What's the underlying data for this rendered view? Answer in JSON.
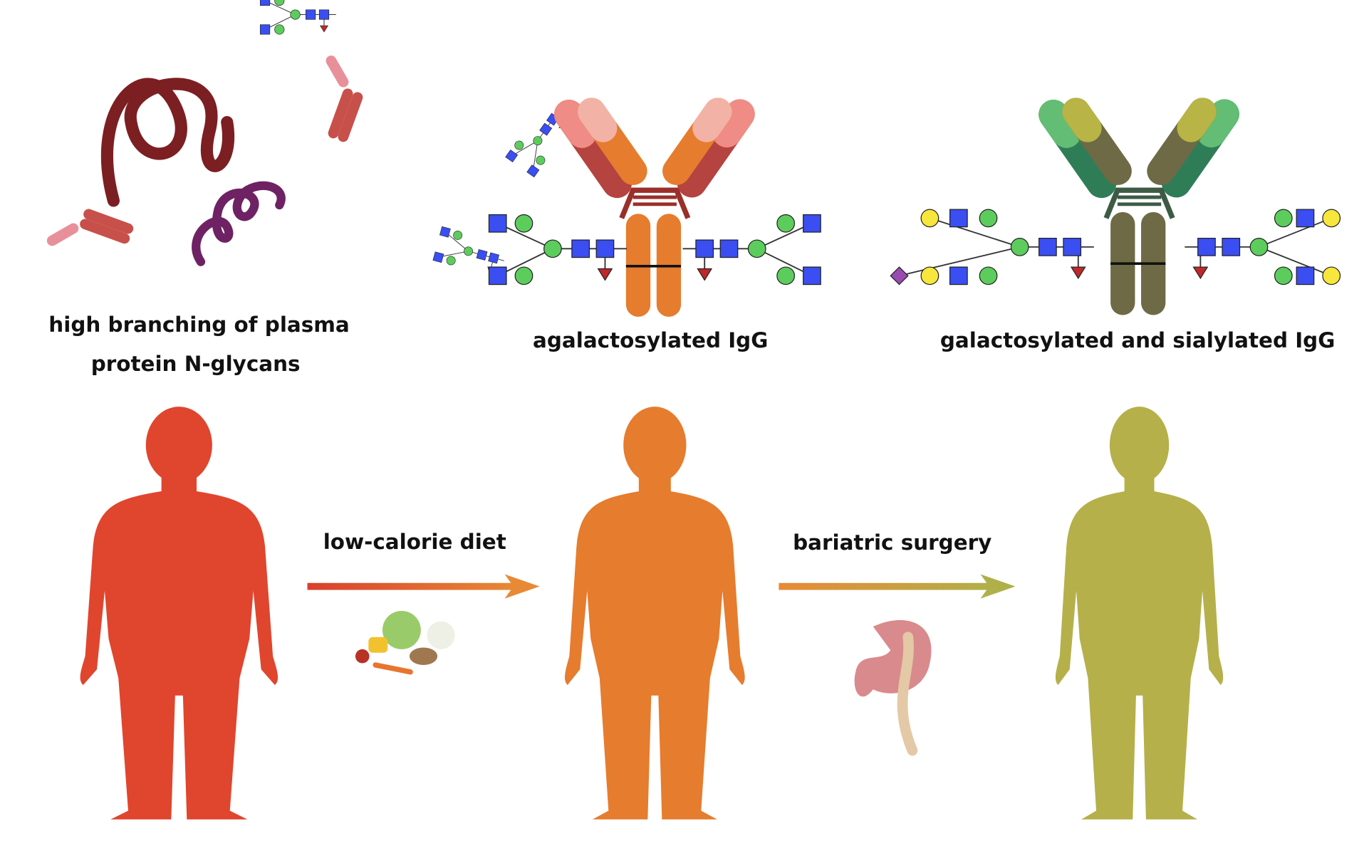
{
  "labels": {
    "plasma_line1": "high branching of plasma",
    "plasma_line2": "protein N-glycans",
    "agal": "agalactosylated IgG",
    "gal": "galactosylated and sialylated IgG",
    "diet": "low-calorie diet",
    "surgery": "bariatric surgery"
  },
  "colors": {
    "obese": "#e0452e",
    "overweight": "#e67c2e",
    "normal": "#b5b04a",
    "glycan_square": "#3a4ef2",
    "glycan_mannose": "#5ccd5c",
    "glycan_galactose": "#f7e63c",
    "glycan_fucose": "#c0282a",
    "glycan_sialic": "#9a4bb0"
  }
}
